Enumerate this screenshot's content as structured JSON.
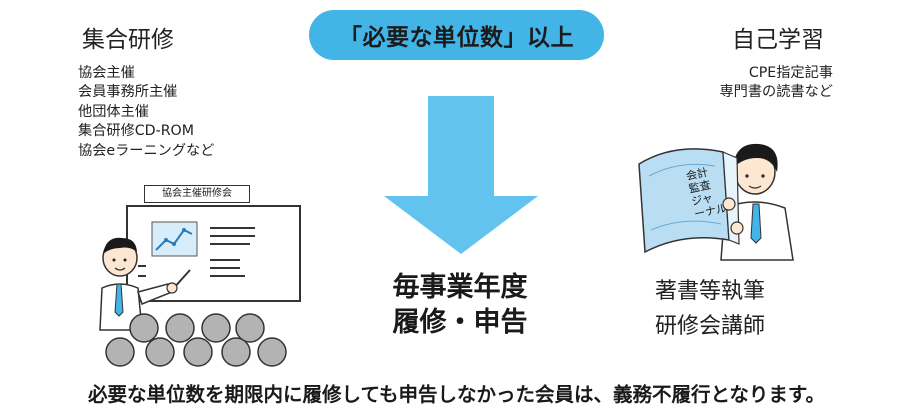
{
  "banner": {
    "text": "「必要な単位数」以上"
  },
  "left": {
    "title": "集合研修",
    "items": [
      "協会主催",
      "会員事務所主催",
      "他団体主催",
      "集合研修CD-ROM",
      "協会eラーニングなど"
    ],
    "board_label": "協会主催研修会"
  },
  "right": {
    "title": "自己学習",
    "items": [
      "CPE指定記事",
      "専門書の読書など"
    ],
    "magazine_text": "会計・監査ジャーナル"
  },
  "center": {
    "lines": [
      "毎事業年度",
      "履修・申告"
    ]
  },
  "bottom_right": {
    "lines": [
      "著書等執筆",
      "研修会講師"
    ]
  },
  "footer": {
    "text": "必要な単位数を期限内に履修しても申告しなかった会員は、義務不履行となります。"
  },
  "colors": {
    "accent": "#43b4e6",
    "arrow": "#62c3ee",
    "text": "#1a1a1a"
  }
}
